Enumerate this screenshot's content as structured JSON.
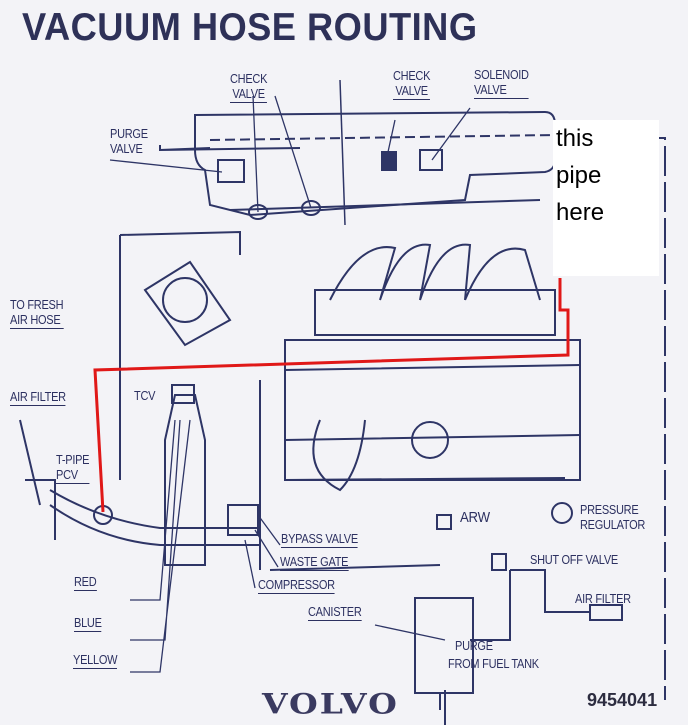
{
  "title": "VACUUM HOSE ROUTING",
  "note": {
    "lines": [
      "this",
      "pipe",
      "here"
    ],
    "highlight_color": "#e01818"
  },
  "labels": {
    "check_valve_1": [
      "CHECK",
      "VALVE"
    ],
    "check_valve_2": [
      "CHECK",
      "VALVE"
    ],
    "solenoid_valve": [
      "SOLENOID",
      "VALVE"
    ],
    "purge_valve": [
      "PURGE",
      "VALVE"
    ],
    "to_fresh_air_hose": [
      "TO FRESH",
      "AIR HOSE"
    ],
    "air_filter_left": "AIR FILTER",
    "tcv": "TCV",
    "t_pipe_pcv": [
      "T-PIPE",
      "PCV"
    ],
    "red": "RED",
    "blue": "BLUE",
    "yellow": "YELLOW",
    "bypass_valve": "BYPASS VALVE",
    "waste_gate": "WASTE GATE",
    "compressor": "COMPRESSOR",
    "arw": "ARW",
    "pressure_regulator": [
      "PRESSURE",
      "REGULATOR"
    ],
    "shut_off_valve": "SHUT OFF VALVE",
    "air_filter_right": "AIR FILTER",
    "canister": "CANISTER",
    "purge": "PURGE",
    "from_fuel_tank": "FROM FUEL TANK"
  },
  "brand": "VOLVO",
  "part_number": "9454041",
  "colors": {
    "line": "#2e3566",
    "background": "#f3f3f7",
    "highlight": "#e01818"
  }
}
